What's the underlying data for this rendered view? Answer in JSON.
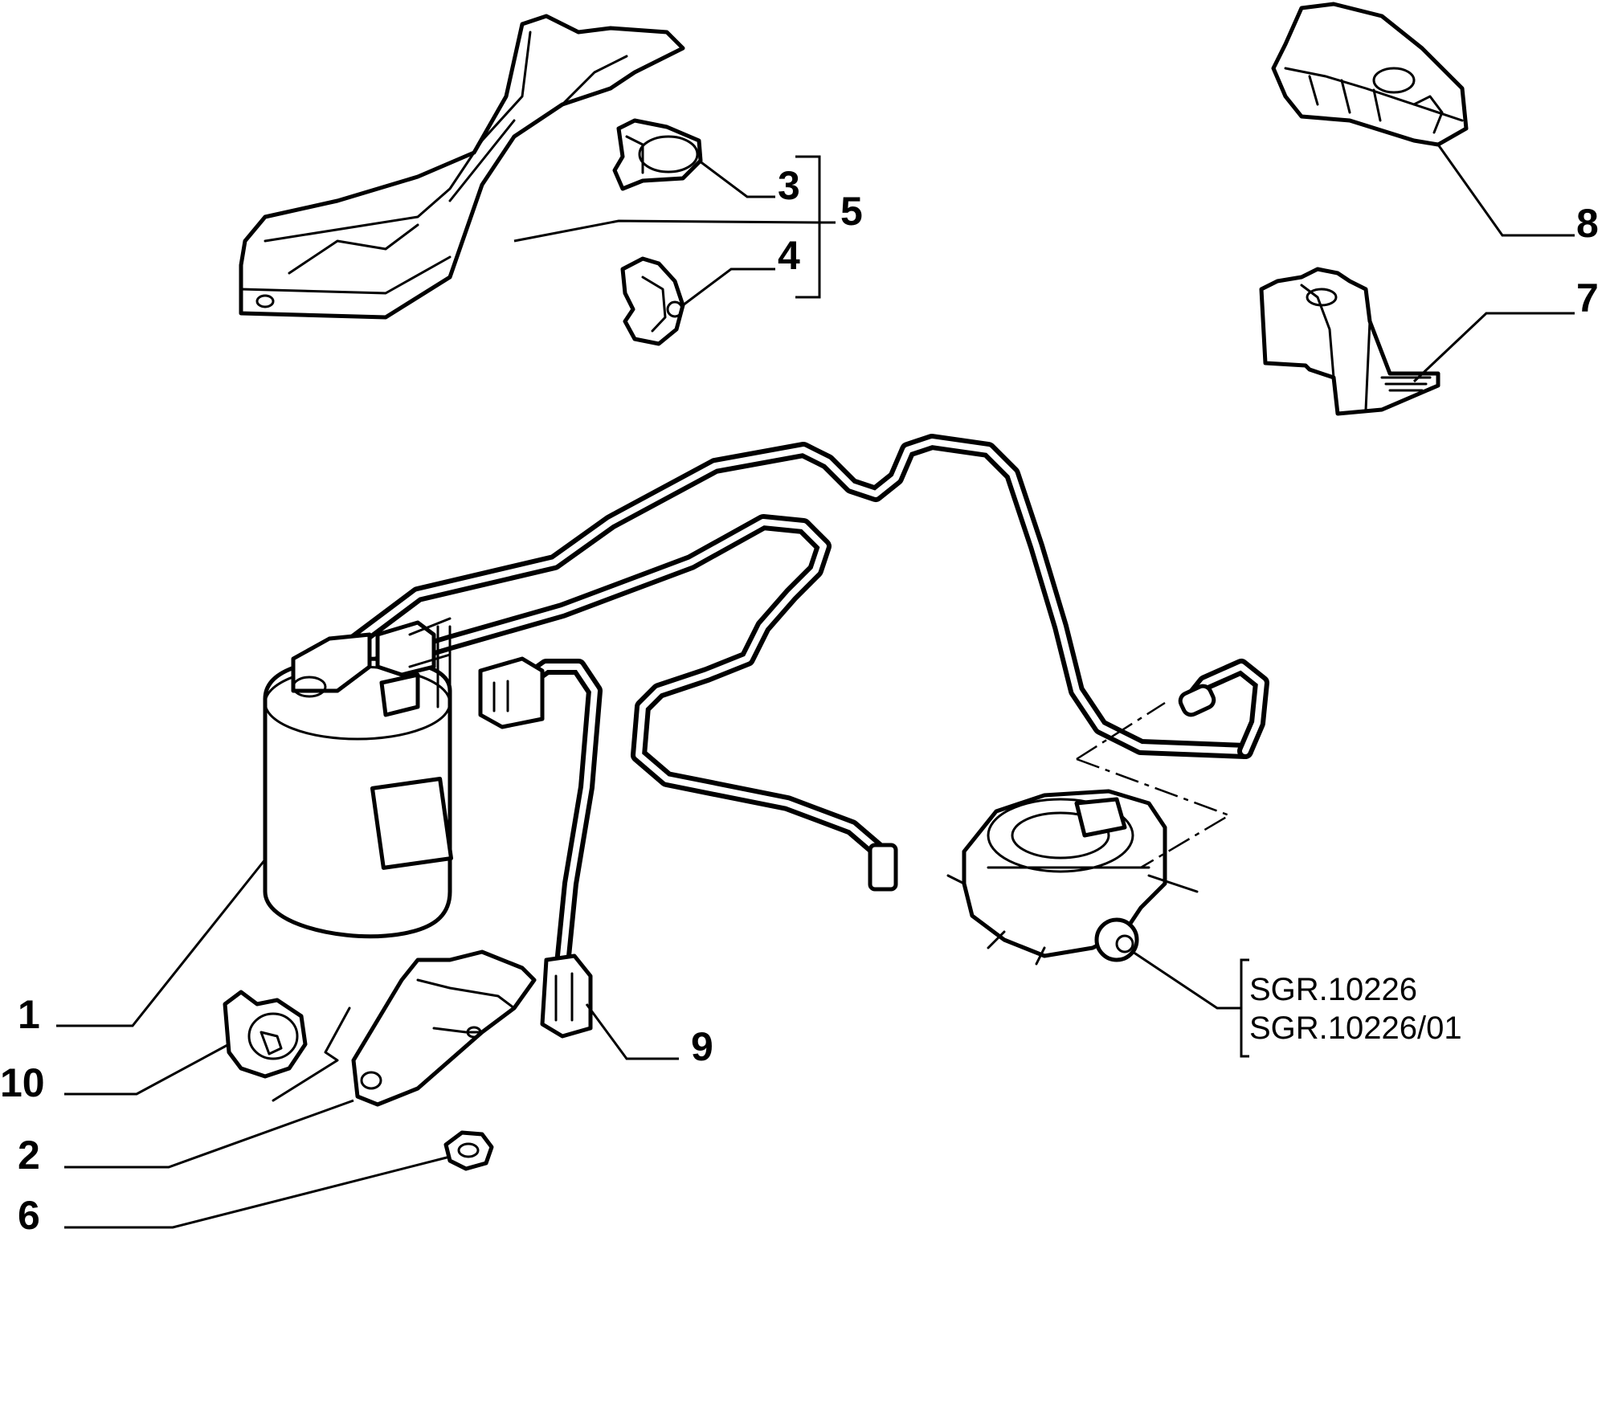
{
  "callouts": {
    "c1": "1",
    "c2": "2",
    "c3": "3",
    "c4": "4",
    "c5": "5",
    "c6": "6",
    "c7": "7",
    "c8": "8",
    "c9": "9",
    "c10": "10"
  },
  "references": {
    "ref1": "SGR.10226",
    "ref2": "SGR.10226/01"
  }
}
